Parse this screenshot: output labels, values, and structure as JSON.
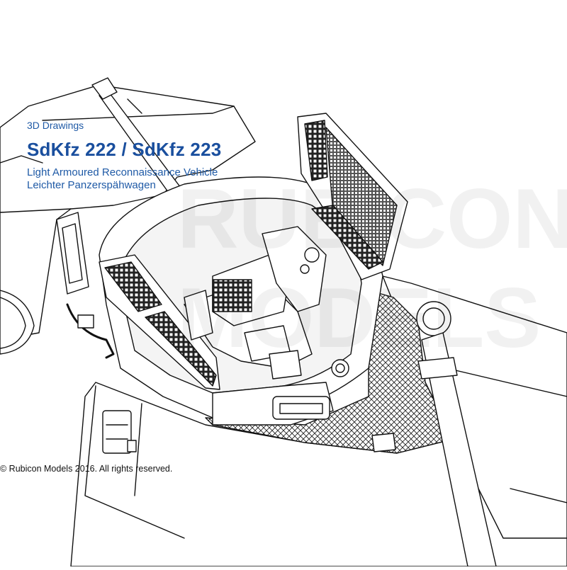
{
  "captions": {
    "kicker": "3D Drawings",
    "title": "SdKfz 222 / SdKfz 223",
    "subtitle_en": "Light Armoured Reconnaissance Vehicle",
    "subtitle_de": "Leichter Panzerspähwagen"
  },
  "copyright": "© Rubicon Models 2016. All rights reserved.",
  "watermark": {
    "line1": "RUBICON",
    "line2": "MODELS"
  }
}
